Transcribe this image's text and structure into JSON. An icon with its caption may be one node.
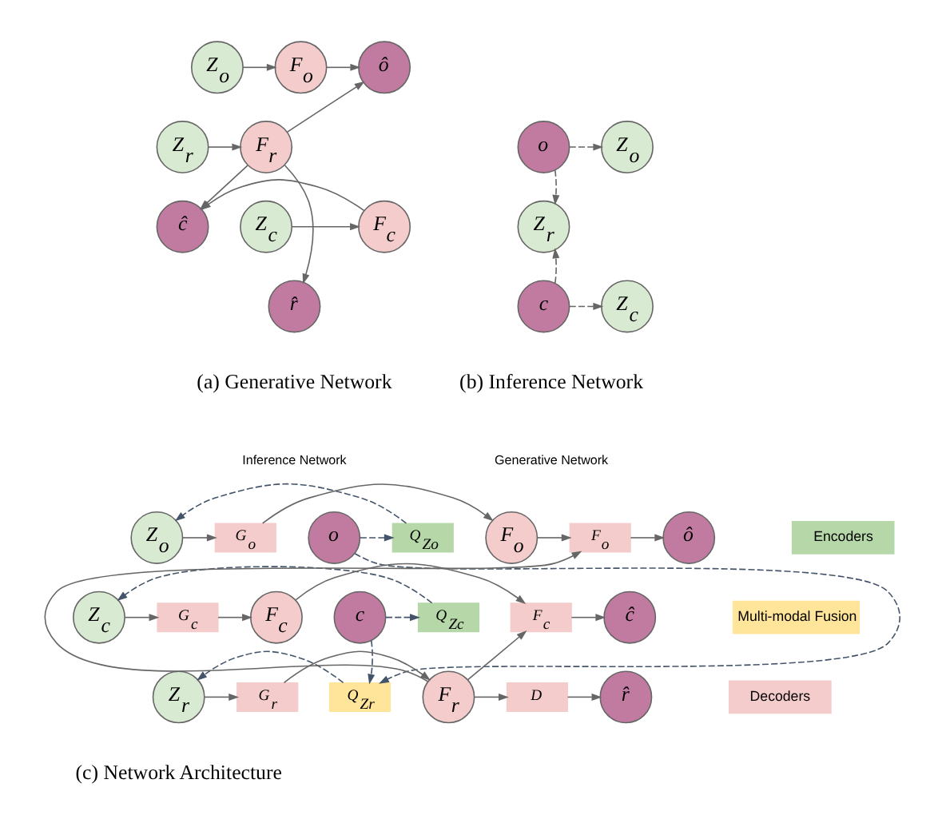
{
  "diagram": {
    "nodes": [
      {
        "text": [
          "Z$_{o}$"
        ]
      },
      {
        "text": [
          "F$_{o}$"
        ]
      },
      {
        "text": [
          "ô"
        ]
      },
      {
        "text": [
          "F$_{r}$"
        ]
      },
      {
        "text": [
          "Z$_{r}$"
        ]
      },
      {
        "text": [
          "Z$_{c}$"
        ]
      },
      {
        "text": [
          "F$_{c}$"
        ]
      },
      {
        "text": [
          "ĉ"
        ]
      },
      {
        "text": [
          "r̂"
        ]
      },
      {
        "text": [
          "o"
        ]
      },
      {
        "text": [
          "Z$_{o}$"
        ]
      },
      {
        "text": [
          "Z$_{r}$"
        ]
      },
      {
        "text": [
          "c"
        ]
      },
      {
        "text": [
          "Z$_{c}$"
        ]
      },
      {
        "text": [
          "o"
        ]
      },
      {
        "text": [
          "Q$_{Zo}$"
        ]
      },
      {
        "text": [
          "Z$_{o}$"
        ]
      },
      {
        "text": [
          "G$_{o}$"
        ]
      },
      {
        "text": [
          "F$_{o}$"
        ]
      },
      {
        "text": [
          "F$_{o}$"
        ]
      },
      {
        "text": [
          "ô"
        ]
      },
      {
        "text": [
          "c"
        ]
      },
      {
        "text": [
          "Q$_{Zc}$"
        ]
      },
      {
        "text": [
          "Z$_{c}$"
        ]
      },
      {
        "text": [
          "G$_{c}$"
        ]
      },
      {
        "text": [
          "F$_{c}$"
        ]
      },
      {
        "text": [
          "F$_{c}$"
        ]
      },
      {
        "text": [
          "ĉ"
        ]
      },
      {
        "text": [
          "Q$_{Zr}$"
        ]
      },
      {
        "text": [
          "Z$_{r}$"
        ]
      },
      {
        "text": [
          "G$_{r}$"
        ]
      },
      {
        "text": [
          "F$_{r}$"
        ]
      },
      {
        "text": [
          "D"
        ]
      },
      {
        "text": [
          "r̂"
        ]
      }
    ],
    "edges": [
      {
        "from": 0,
        "to": 1,
        "arrow": "to"
      },
      {
        "from": 1,
        "to": 2,
        "arrow": "to"
      },
      {
        "from": 3,
        "to": 2,
        "arrow": "to"
      },
      {
        "from": 4,
        "to": 3,
        "arrow": "to"
      },
      {
        "from": 5,
        "to": 6,
        "arrow": "to"
      },
      {
        "from": 6,
        "to": 7,
        "arrow": "to"
      },
      {
        "from": 3,
        "to": 7,
        "arrow": "to"
      },
      {
        "from": 3,
        "to": 8,
        "arrow": "to"
      },
      {
        "from": 9,
        "to": 10,
        "arrow": "to",
        "style": "dashed"
      },
      {
        "from": 9,
        "to": 11,
        "arrow": "to",
        "style": "dashed"
      },
      {
        "from": 12,
        "to": 11,
        "arrow": "to",
        "style": "dashed"
      },
      {
        "from": 12,
        "to": 13,
        "arrow": "to",
        "style": "dashed"
      },
      {
        "from": 14,
        "to": 15,
        "arrow": "to",
        "style": "dashed",
        "color": "#44546a"
      },
      {
        "from": 15,
        "to": 16,
        "arrow": "to",
        "style": "dashed",
        "color": "#44546a"
      },
      {
        "from": 16,
        "to": 17,
        "arrow": "to"
      },
      {
        "from": 17,
        "to": 18,
        "arrow": "to"
      },
      {
        "from": 18,
        "to": 19,
        "arrow": "to"
      },
      {
        "from": 19,
        "to": 20,
        "arrow": "to"
      },
      {
        "from": 21,
        "to": 22,
        "arrow": "to",
        "style": "dashed",
        "color": "#44546a"
      },
      {
        "from": 22,
        "to": 23,
        "arrow": "to",
        "style": "dashed",
        "color": "#44546a"
      },
      {
        "from": 23,
        "to": 24,
        "arrow": "to"
      },
      {
        "from": 24,
        "to": 25,
        "arrow": "to"
      },
      {
        "from": 25,
        "to": 26,
        "arrow": "to"
      },
      {
        "from": 26,
        "to": 27,
        "arrow": "to"
      },
      {
        "from": 14,
        "to": 28,
        "arrow": "to",
        "style": "dashed",
        "color": "#44546a"
      },
      {
        "from": 21,
        "to": 28,
        "arrow": "to",
        "style": "dashed",
        "color": "#44546a"
      },
      {
        "from": 28,
        "to": 29,
        "arrow": "to",
        "style": "dashed",
        "color": "#44546a"
      },
      {
        "from": 29,
        "to": 30,
        "arrow": "to"
      },
      {
        "from": 30,
        "to": 31,
        "arrow": "to"
      },
      {
        "from": 31,
        "to": 19,
        "arrow": "to"
      },
      {
        "from": 31,
        "to": 26,
        "arrow": "to"
      },
      {
        "from": 31,
        "to": 32,
        "arrow": "to"
      },
      {
        "from": 32,
        "to": 33,
        "arrow": "to"
      }
    ],
    "labels": [
      "(a) Generative Network",
      "(b) Inference Network",
      "Inference Network",
      "Generative Network",
      "(c) Network Architecture"
    ],
    "legend": [
      {
        "text": "Encoders",
        "color": "#b6d7a8"
      },
      {
        "text": "Multi-modal Fusion",
        "color": "#ffe599"
      },
      {
        "text": "Decoders",
        "color": "#f4cccc"
      }
    ]
  }
}
